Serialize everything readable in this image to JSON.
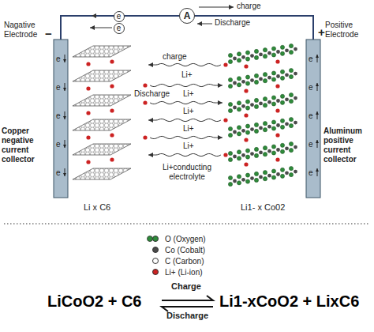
{
  "diagram": {
    "nodes": [
      {
        "text": [
          "A"
        ]
      },
      {
        "text": [
          "e"
        ]
      },
      {
        "text": [
          "e"
        ]
      }
    ],
    "labels": [
      "Nagative Electrode",
      "−",
      "charge",
      "Discharge",
      "+",
      "Positive Electrode",
      "charge",
      "Li+",
      "Discharge",
      "Li+",
      "Li+",
      "Li+",
      "Li+",
      "Copper negative current collector",
      "Aluminum positive current collector",
      "Li+conducting electrolyte",
      "Li x C6",
      "Li1- x Co02",
      "e",
      "e",
      "e",
      "e",
      "e",
      "e",
      "e",
      "e",
      "e",
      "e",
      "LiCoO2 + C6",
      "Charge",
      "Discharge",
      "Li1-xCoO2 + LixC6"
    ],
    "legend": [
      {
        "text": "O (Oxygen)",
        "color": "#2e8b3a"
      },
      {
        "text": "Co (Cobalt)",
        "color": "#4a4a4a"
      },
      {
        "text": "C (Carbon)",
        "color": "#ffffff"
      },
      {
        "text": "Li+ (Li-ion)",
        "color": "#cc2222"
      }
    ]
  }
}
